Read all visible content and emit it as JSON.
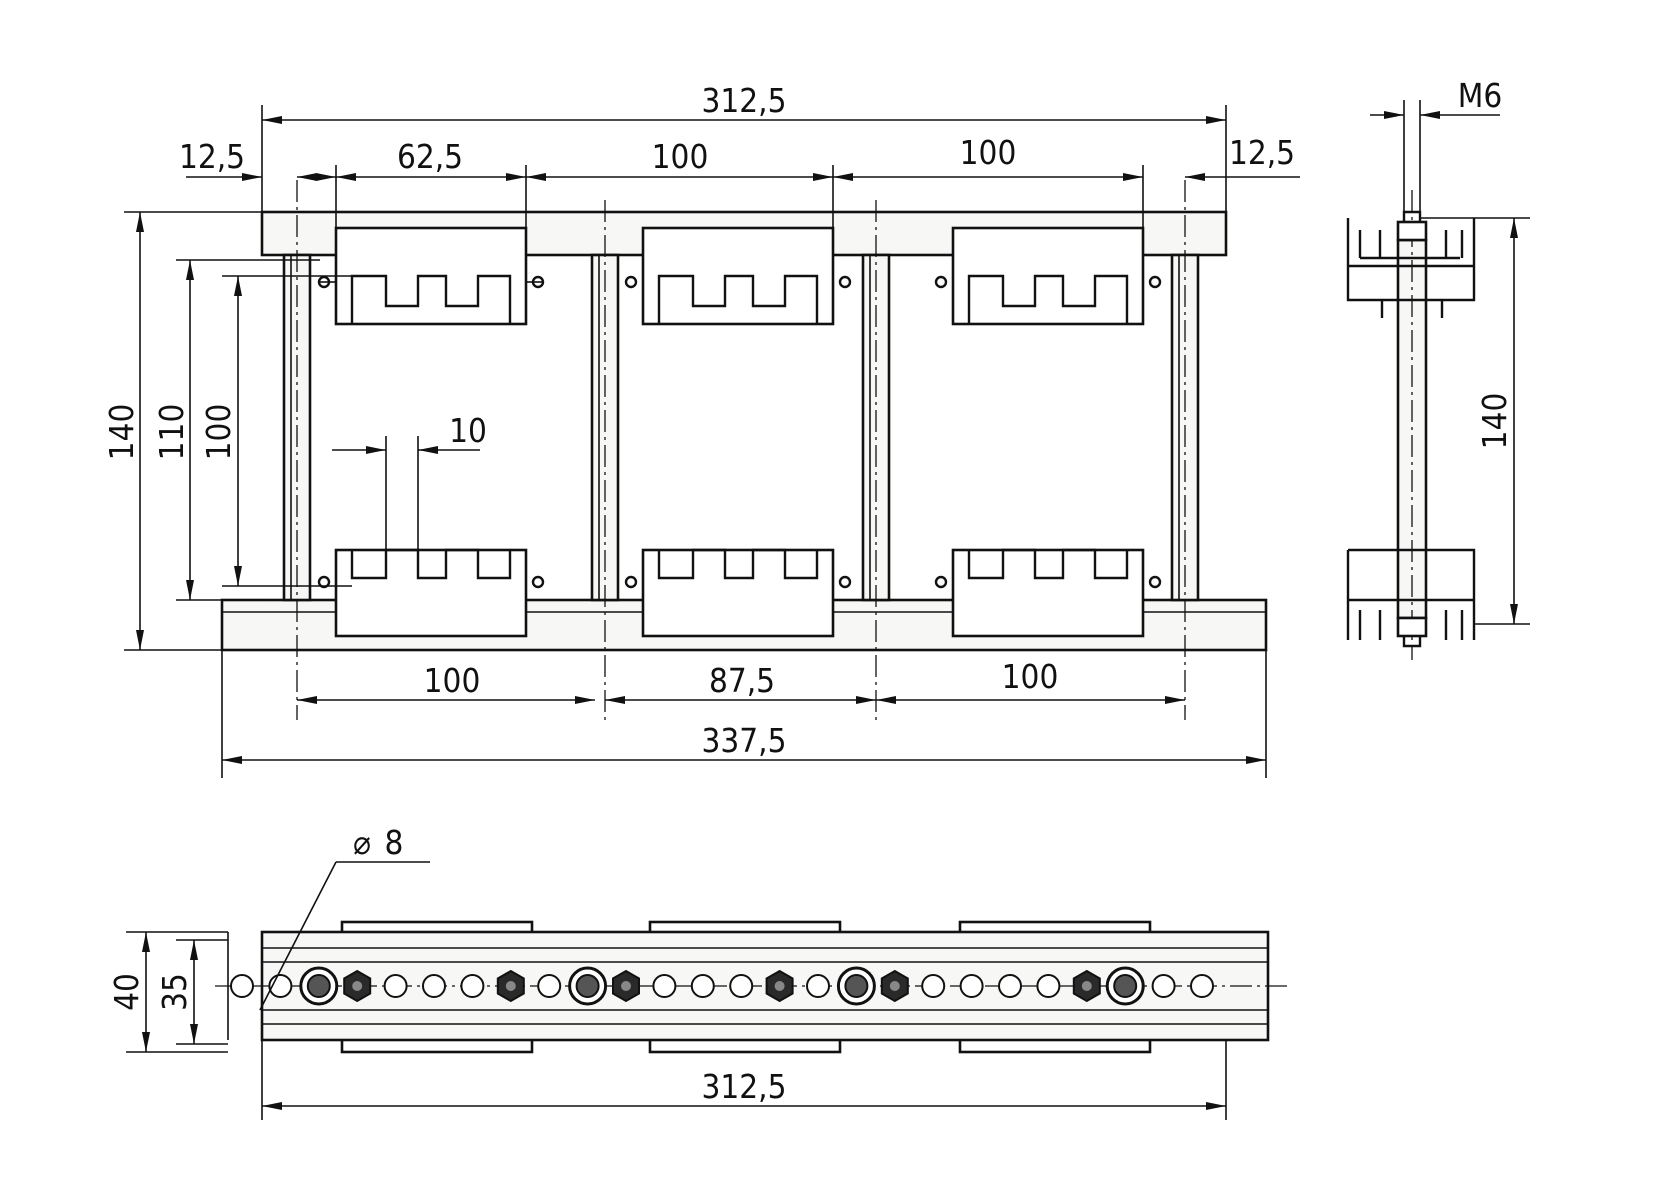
{
  "drawing": {
    "front_view": {
      "overall_top": "312,5",
      "left_margin": "12,5",
      "clamp_width": "62,5",
      "pitch_1": "100",
      "pitch_2": "100",
      "right_margin": "12,5",
      "height_outer": "140",
      "height_mid": "110",
      "height_inner": "100",
      "slot_width": "10",
      "bottom_pitch_1": "100",
      "bottom_pitch_2": "87,5",
      "bottom_pitch_3": "100",
      "overall_bottom": "337,5"
    },
    "side_view": {
      "thread": "M6",
      "height": "140"
    },
    "top_view": {
      "hole_diameter": "8",
      "width_outer": "40",
      "width_inner": "35",
      "length": "312,5"
    }
  }
}
